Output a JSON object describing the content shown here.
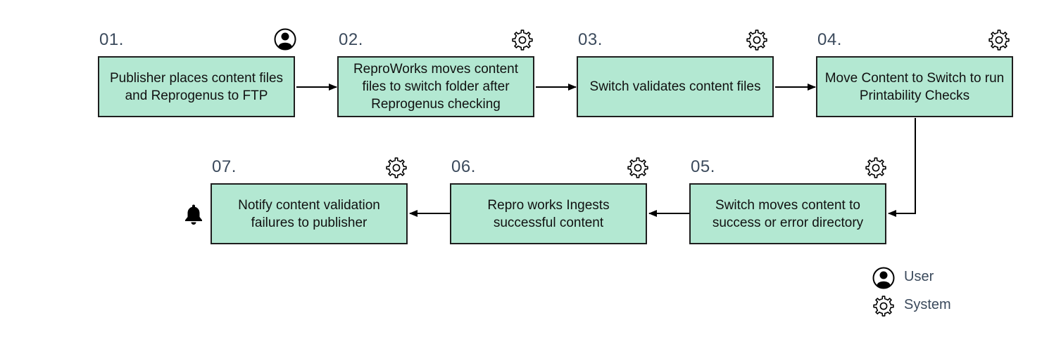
{
  "steps": [
    {
      "number": "01.",
      "text": "Publisher places content files and Reprogenus to FTP",
      "actor": "user-icon"
    },
    {
      "number": "02.",
      "text": "ReproWorks moves content files to switch folder after Reprogenus checking",
      "actor": "gear-icon"
    },
    {
      "number": "03.",
      "text": "Switch validates content files",
      "actor": "gear-icon"
    },
    {
      "number": "04.",
      "text": "Move Content to Switch to run Printability Checks",
      "actor": "gear-icon"
    },
    {
      "number": "05.",
      "text": "Switch moves content to success or error directory",
      "actor": "gear-icon"
    },
    {
      "number": "06.",
      "text": "Repro works Ingests successful content",
      "actor": "gear-icon"
    },
    {
      "number": "07.",
      "text": "Notify content validation failures to publisher",
      "actor": "gear-icon"
    }
  ],
  "notification_icon": "bell-icon",
  "legend": [
    {
      "icon": "user-icon",
      "label": "User"
    },
    {
      "icon": "gear-icon",
      "label": "System"
    }
  ],
  "colors": {
    "box_fill": "#b3e8d2",
    "box_border": "#1e1e1e",
    "number_text": "#3b4a5c"
  }
}
